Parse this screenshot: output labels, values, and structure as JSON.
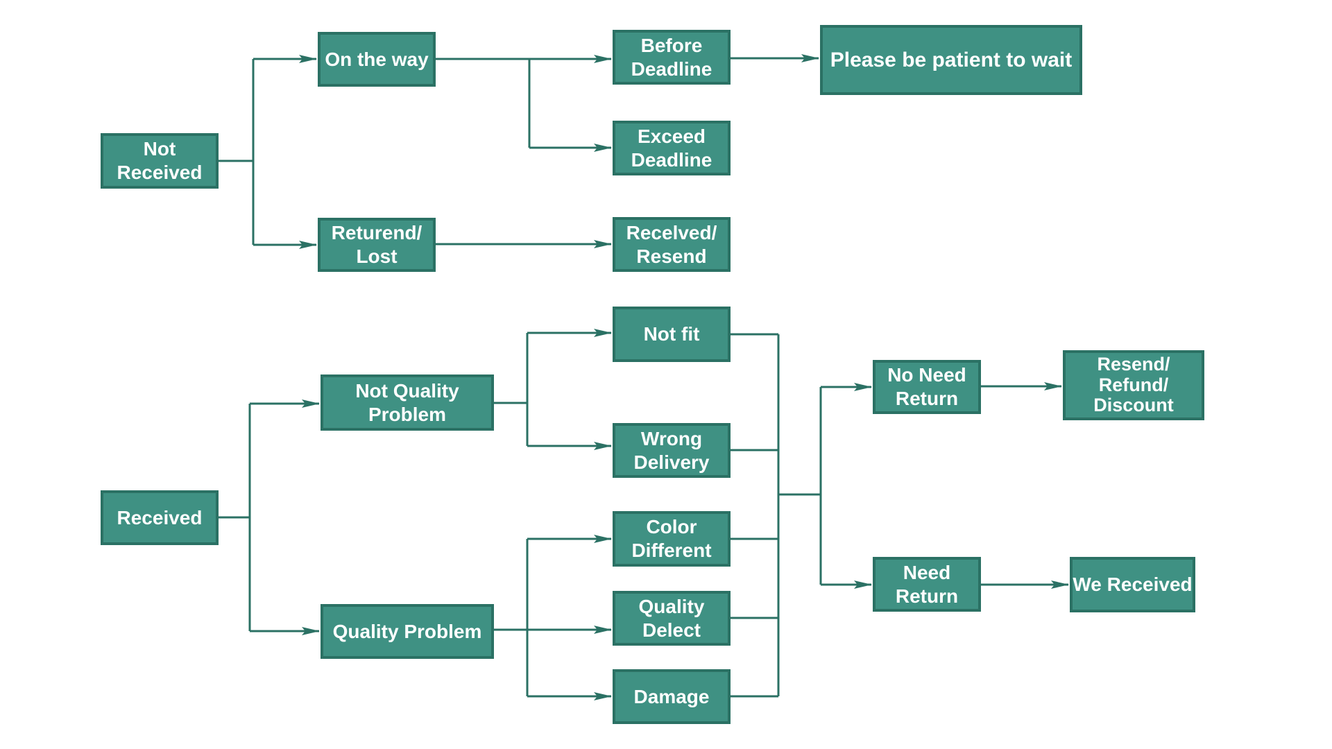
{
  "colors": {
    "node_fill": "#3F9183",
    "node_border": "#2B7164",
    "connector": "#2B7164",
    "node_text": "#FFFFFF",
    "background": "#FFFFFF"
  },
  "flowchart": {
    "nodes": {
      "not_received": {
        "label": "Not\nReceived"
      },
      "on_the_way": {
        "label": "On the way"
      },
      "before_deadline": {
        "label": "Before\nDeadline"
      },
      "exceed_deadline": {
        "label": "Exceed\nDeadline"
      },
      "please_wait": {
        "label": "Please be patient to wait"
      },
      "returned_lost": {
        "label": "Returend/\nLost"
      },
      "received_resend": {
        "label": "Recelved/\nResend"
      },
      "received": {
        "label": "Received"
      },
      "not_quality_problem": {
        "label": "Not Quality\nProblem"
      },
      "quality_problem": {
        "label": "Quality Problem"
      },
      "not_fit": {
        "label": "Not fit"
      },
      "wrong_delivery": {
        "label": "Wrong\nDelivery"
      },
      "color_different": {
        "label": "Color\nDifferent"
      },
      "quality_defect": {
        "label": "Quality\nDelect"
      },
      "damage": {
        "label": "Damage"
      },
      "no_need_return": {
        "label": "No Need\nReturn"
      },
      "need_return": {
        "label": "Need\nReturn"
      },
      "resend_refund_discount": {
        "label": "Resend/\nRefund/\nDiscount"
      },
      "we_received": {
        "label": "We Received"
      }
    }
  }
}
